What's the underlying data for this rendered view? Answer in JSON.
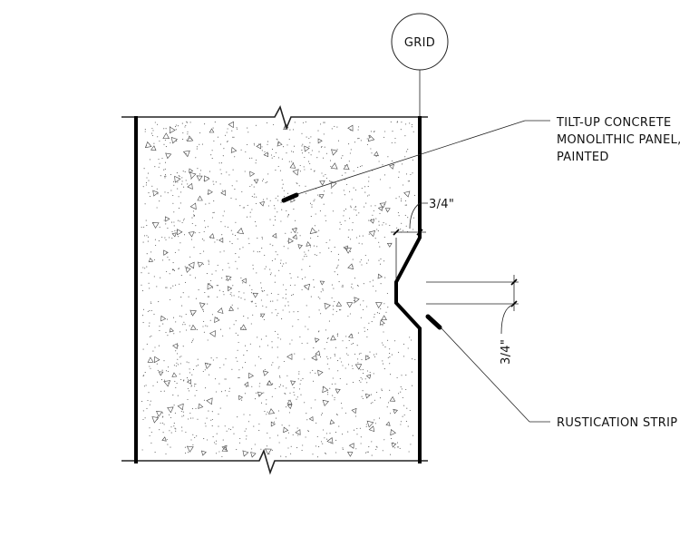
{
  "grid": {
    "label": "GRID"
  },
  "callouts": {
    "panel": {
      "line1": "TILT-UP CONCRETE",
      "line2": "MONOLITHIC PANEL,",
      "line3": "PAINTED"
    },
    "strip": "RUSTICATION STRIP"
  },
  "dimensions": {
    "depth": "3/4\"",
    "width": "3/4\""
  },
  "hatch": "concrete"
}
